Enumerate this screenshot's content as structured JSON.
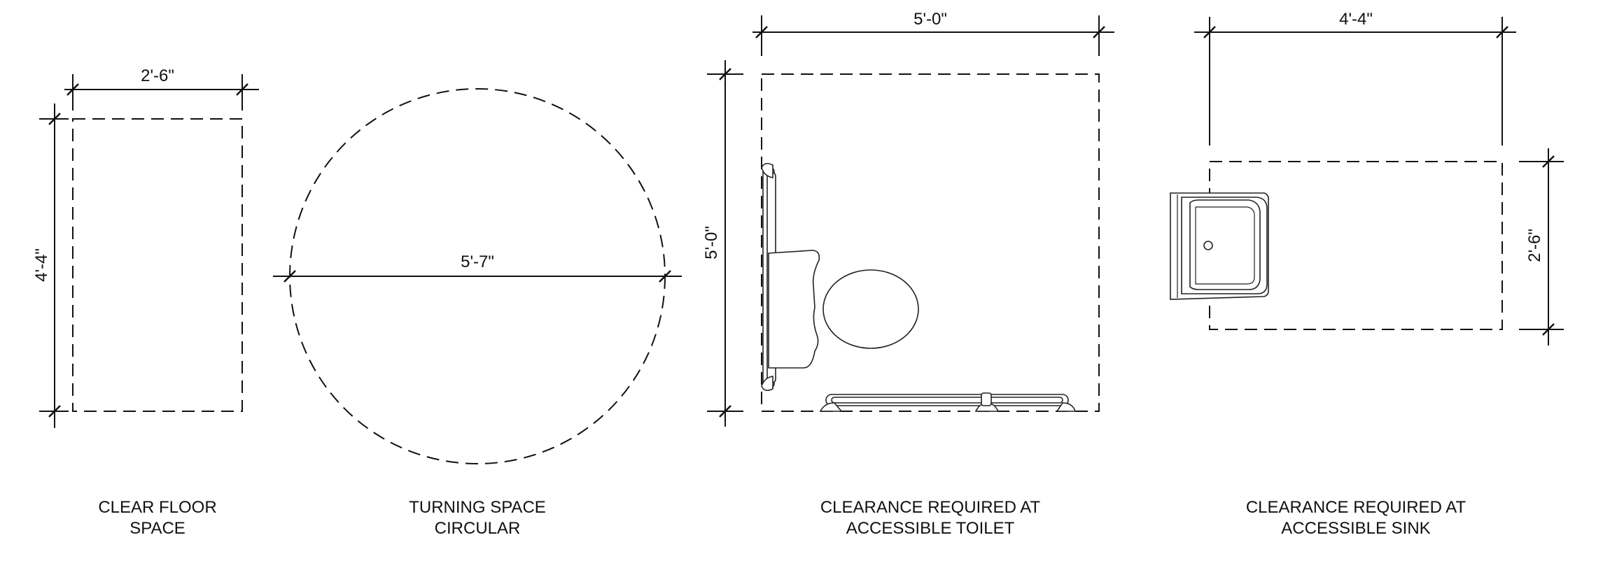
{
  "panels": {
    "clear_floor": {
      "width_dim": "2'-6\"",
      "depth_dim": "4'-4\"",
      "caption_line1": "CLEAR FLOOR",
      "caption_line2": "SPACE"
    },
    "turning": {
      "diameter_dim": "5'-7\"",
      "caption_line1": "TURNING SPACE",
      "caption_line2": "CIRCULAR"
    },
    "toilet": {
      "width_dim": "5'-0\"",
      "depth_dim": "5'-0\"",
      "caption_line1": "CLEARANCE REQUIRED AT",
      "caption_line2": "ACCESSIBLE TOILET"
    },
    "sink": {
      "width_dim": "4'-4\"",
      "depth_dim": "2'-6\"",
      "caption_line1": "CLEARANCE REQUIRED AT",
      "caption_line2": "ACCESSIBLE SINK"
    }
  },
  "icons": [
    "toilet-icon",
    "grab-bar-icon",
    "sink-icon"
  ]
}
